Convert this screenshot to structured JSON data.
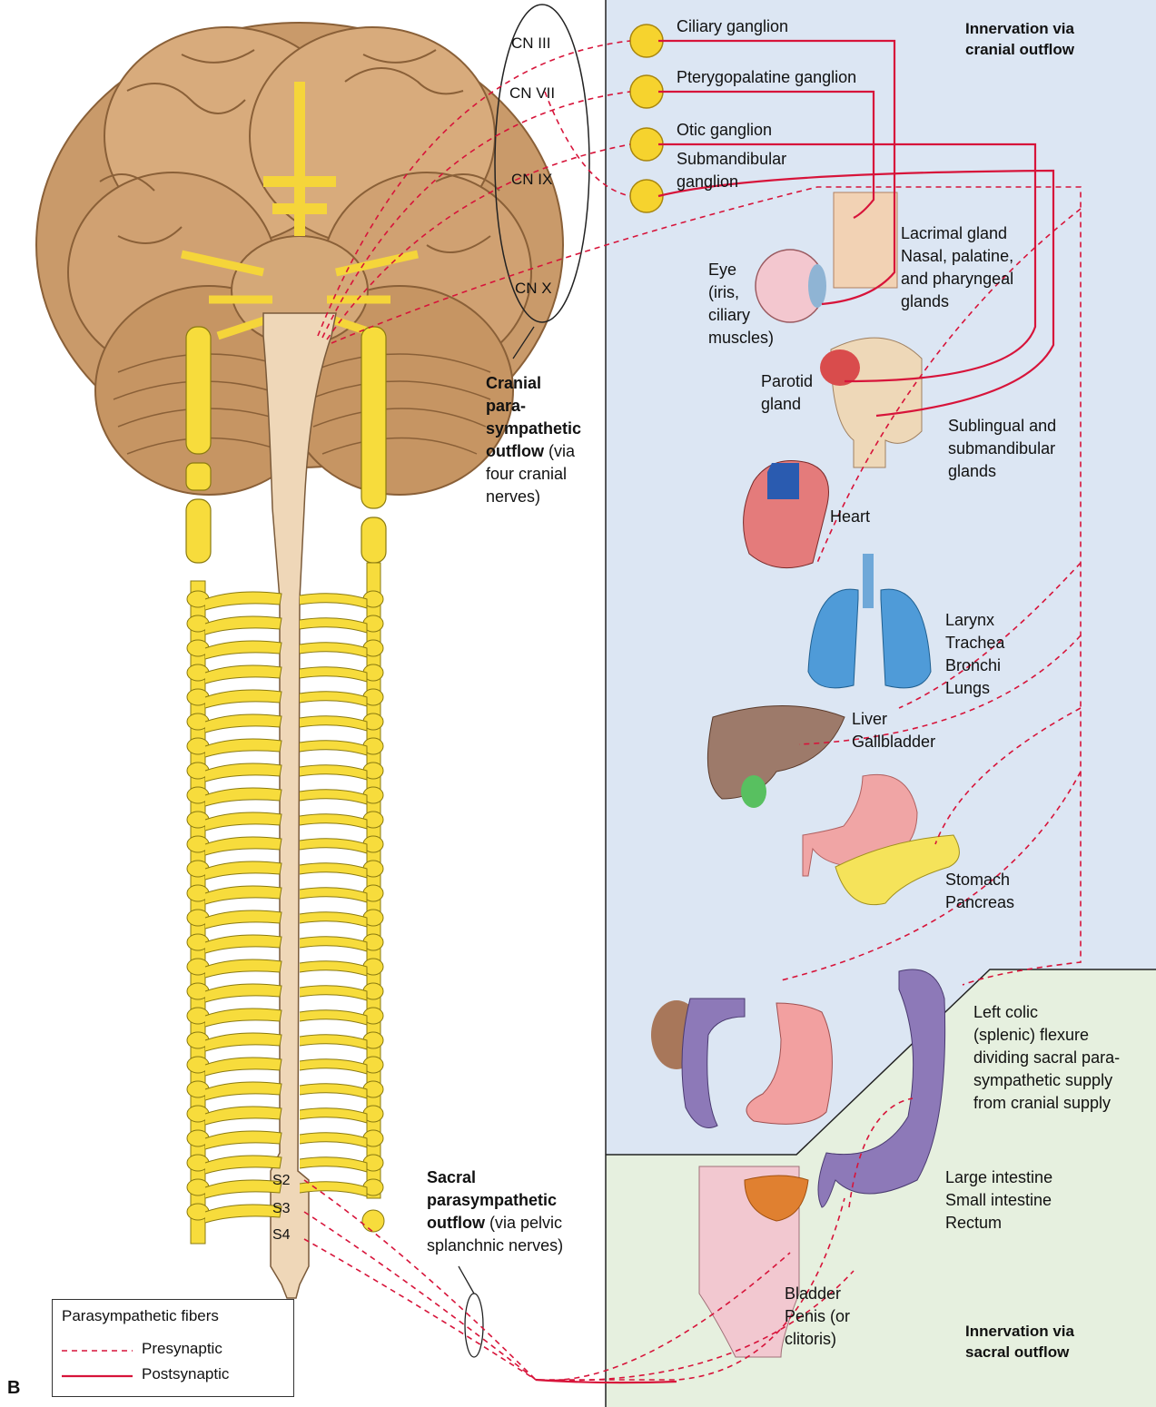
{
  "panel_letter": "B",
  "headers": {
    "cranial": [
      "Innervation via",
      "cranial outflow"
    ],
    "sacral": [
      "Innervation via",
      "sacral outflow"
    ]
  },
  "cranial_nerves": [
    "CN III",
    "CN VII",
    "CN IX",
    "CN X"
  ],
  "ganglia": {
    "ciliary": "Ciliary ganglion",
    "pterygopalatine": "Pterygopalatine ganglion",
    "otic": "Otic ganglion",
    "submandibular": [
      "Submandibular",
      "ganglion"
    ]
  },
  "cranial_outflow": {
    "bold": [
      "Cranial",
      "para-",
      "sympathetic",
      "outflow"
    ],
    "rest": [
      " (via",
      "four cranial",
      "nerves)"
    ]
  },
  "sacral_outflow": {
    "bold": [
      "Sacral",
      "parasympathetic",
      "outflow"
    ],
    "rest": [
      " (via pelvic",
      "splanchnic nerves)"
    ]
  },
  "sacral_segments": [
    "S2",
    "S3",
    "S4"
  ],
  "targets": {
    "lacrimal": [
      "Lacrimal gland",
      "Nasal, palatine,",
      "and pharyngeal",
      "glands"
    ],
    "eye": [
      "Eye",
      "(iris,",
      "ciliary",
      "muscles)"
    ],
    "parotid": [
      "Parotid",
      "gland"
    ],
    "sublingual": [
      "Sublingual and",
      "submandibular",
      "glands"
    ],
    "heart": "Heart",
    "lungs": [
      "Larynx",
      "Trachea",
      "Bronchi",
      "Lungs"
    ],
    "liver": [
      "Liver",
      "Gallbladder"
    ],
    "stomach": [
      "Stomach",
      "Pancreas"
    ],
    "colic": [
      "Left colic",
      "(splenic) flexure",
      "dividing sacral para-",
      "sympathetic supply",
      "from cranial supply"
    ],
    "intestine": [
      "Large intestine",
      "Small intestine",
      "Rectum"
    ],
    "bladder": [
      "Bladder",
      "Penis (or",
      "clitoris)"
    ]
  },
  "legend": {
    "title": "Parasympathetic fibers",
    "presynaptic": "Presynaptic",
    "postsynaptic": "Postsynaptic"
  },
  "colors": {
    "cranial_bg": "#dce6f3",
    "sacral_bg": "#e6f0df",
    "fiber": "#d7143a",
    "nerve": "#f7dc3c",
    "cord": "#efd7b8",
    "ganglion": "#f6d32e"
  }
}
